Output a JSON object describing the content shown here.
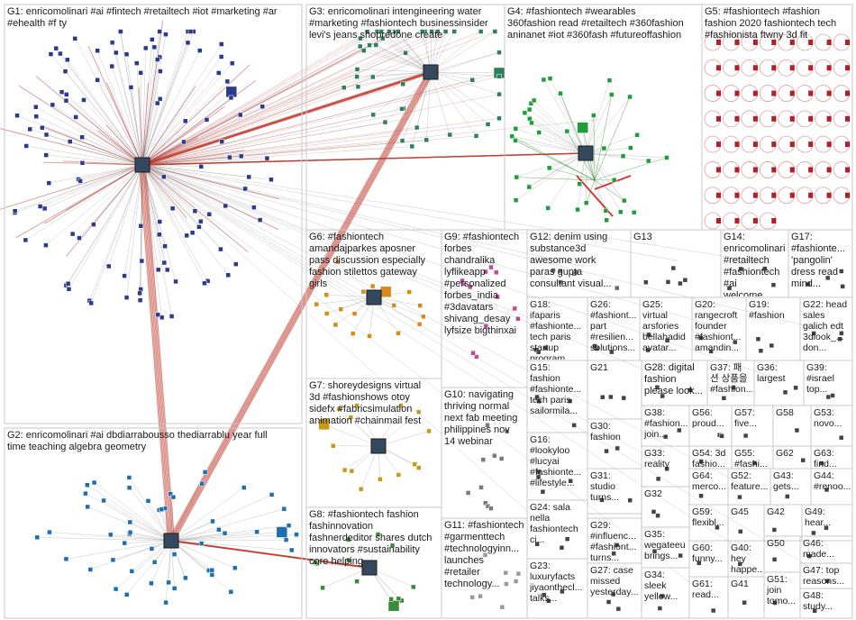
{
  "groups": [
    {
      "id": "G1",
      "label": "G1: enricomolinari #ai #fintech #retailtech #iot #marketing #ar\n#ehealth #f ty",
      "color": "#2b3a8c"
    },
    {
      "id": "G2",
      "label": "G2: enricomolinari #ai dbdiarrabousso thediarrablu year full\ntime teaching algebra geometry",
      "color": "#1f6fb0"
    },
    {
      "id": "G3",
      "label": "G3: enricomolinari intengineering water\n#marketing #fashiontech businessinsider\nlevi's jeans shopredone create",
      "color": "#2f7f5f"
    },
    {
      "id": "G4",
      "label": "G4: #fashiontech #wearables\n360fashion read #retailtech #360fashion\naninanet #iot #360fash #futureoffashion",
      "color": "#1e9e3a"
    },
    {
      "id": "G5",
      "label": "G5: #fashiontech #fashion\nfashion 2020 fashiontech tech\n#fashionista ftwny 3d fit",
      "color": "#b0202a"
    },
    {
      "id": "G6",
      "label": "G6: #fashiontech\namandajparkes aposner\npass discussion especially\nfashion stilettos gateway\ngirls",
      "color": "#d98a1a"
    },
    {
      "id": "G7",
      "label": "G7: shoreydesigns virtual\n3d #fashionshows otoy\nsidefx #fabricsimulation\nanimation #chainmail fest",
      "color": "#c79a1a"
    },
    {
      "id": "G8",
      "label": "G8: #fashiontech fashion\nfashinnovation\nfashnerdeditor shares dutch\ninnovators #sustainability\ncore helping",
      "color": "#3a8c3a"
    },
    {
      "id": "G9",
      "label": "G9: #fashiontech\nforbes\nchandralika\nlyflikeapp\n#personalized\nforbes_india\n#3davatars\nshivang_desay\nlyfsize bigthinxai",
      "color": "#c04a9a"
    },
    {
      "id": "G10",
      "label": "G10: navigating\nthriving normal\nnext fab meeting\nphilippines nov\n14 webinar",
      "color": "#7a7a7a"
    },
    {
      "id": "G11",
      "label": "G11: #fashiontech\n#garmenttech\n#technologyinn...\nlaunches\n#retailer\ntechnology...",
      "color": "#9a9a9a"
    },
    {
      "id": "G12",
      "label": "G12: denim using\nsubstance3d\nawesome work\nparas gupta\nconsultant visual...",
      "color": "#6a6a6a"
    },
    {
      "id": "G13",
      "label": "G13",
      "color": "#444444"
    },
    {
      "id": "G14",
      "label": "G14:\nenricomolinari\n#retailtech\n#fashiontech\n#ai welcome...",
      "color": "#444444"
    },
    {
      "id": "G15",
      "label": "G15:\nfashion\n#fashionte...\ntech paris\nsailormila...",
      "color": "#444444"
    },
    {
      "id": "G16",
      "label": "G16:\n#lookyloo\n#lucyai\n#fashionte...\n#lifestyle...",
      "color": "#444444"
    },
    {
      "id": "G17",
      "label": "G17:\n#fashionte...\n'pangolin'\ndress read\nmind...",
      "color": "#444444"
    },
    {
      "id": "G18",
      "label": "G18:\nifaparis\n#fashionte...\ntech paris\nstartup\nprogram...",
      "color": "#444444"
    },
    {
      "id": "G19",
      "label": "G19:\n#fashion",
      "color": "#444444"
    },
    {
      "id": "G20",
      "label": "G20:\nrangecroft\nfounder\n#fashiont...\namandin...",
      "color": "#444444"
    },
    {
      "id": "G21",
      "label": "G21",
      "color": "#444444"
    },
    {
      "id": "G22",
      "label": "G22: head\nsales\ngalich edt\n3dlook_...\ndon...",
      "color": "#444444"
    },
    {
      "id": "G23",
      "label": "G23:\nluxuryfacts\njiyaonthecl...\ntalks...",
      "color": "#444444"
    },
    {
      "id": "G24",
      "label": "G24: sala\nnella\nfashiontech\nci...",
      "color": "#444444"
    },
    {
      "id": "G25",
      "label": "G25:\nvirtual\narsfories\nbellahadid\navatar...",
      "color": "#444444"
    },
    {
      "id": "G26",
      "label": "G26:\n#fashiont...\npart\n#resilien...\nsolutions...",
      "color": "#444444"
    },
    {
      "id": "G27",
      "label": "G27: case\nmissed\nyesterday...",
      "color": "#444444"
    },
    {
      "id": "G28",
      "label": "G28: digital\nfashion\nplease look...",
      "color": "#444444"
    },
    {
      "id": "G29",
      "label": "G29:\n#influenc...\n#fashiont...\nturns...",
      "color": "#444444"
    },
    {
      "id": "G30",
      "label": "G30:\nfashion",
      "color": "#444444"
    },
    {
      "id": "G31",
      "label": "G31:\nstudio\nturns...",
      "color": "#444444"
    },
    {
      "id": "G32",
      "label": "G32",
      "color": "#444444"
    },
    {
      "id": "G33",
      "label": "G33:\nreality",
      "color": "#444444"
    },
    {
      "id": "G34",
      "label": "G34:\nsleek\nyellow...",
      "color": "#444444"
    },
    {
      "id": "G35",
      "label": "G35:\nwegateeu\nbrings...",
      "color": "#444444"
    },
    {
      "id": "G36",
      "label": "G36:\nlargest",
      "color": "#444444"
    },
    {
      "id": "G37",
      "label": "G37: 패\n션 상품을\n#fashion...",
      "color": "#444444"
    },
    {
      "id": "G38",
      "label": "G38:\n#fashion...\njoin...",
      "color": "#444444"
    },
    {
      "id": "G39",
      "label": "G39:\n#israel\ntop...",
      "color": "#444444"
    },
    {
      "id": "G40",
      "label": "G40:\nhey\nhappe...",
      "color": "#444444"
    },
    {
      "id": "G41",
      "label": "G41",
      "color": "#444444"
    },
    {
      "id": "G42",
      "label": "G42",
      "color": "#444444"
    },
    {
      "id": "G43",
      "label": "G43:\ngets...",
      "color": "#444444"
    },
    {
      "id": "G44",
      "label": "G44:\n#renoo...",
      "color": "#444444"
    },
    {
      "id": "G45",
      "label": "G45",
      "color": "#444444"
    },
    {
      "id": "G46",
      "label": "G46:\nmade...",
      "color": "#444444"
    },
    {
      "id": "G47",
      "label": "G47: top\nreasons...",
      "color": "#444444"
    },
    {
      "id": "G48",
      "label": "G48:\nstudy...",
      "color": "#444444"
    },
    {
      "id": "G49",
      "label": "G49:\nhear...",
      "color": "#444444"
    },
    {
      "id": "G50",
      "label": "G50",
      "color": "#444444"
    },
    {
      "id": "G51",
      "label": "G51:\njoin\ntomo...",
      "color": "#444444"
    },
    {
      "id": "G52",
      "label": "G52:\nfeature...",
      "color": "#444444"
    },
    {
      "id": "G53",
      "label": "G53:\nnovo...",
      "color": "#444444"
    },
    {
      "id": "G54",
      "label": "G54: 3d\nfashio...",
      "color": "#444444"
    },
    {
      "id": "G55",
      "label": "G55:\n#fashi...",
      "color": "#444444"
    },
    {
      "id": "G56",
      "label": "G56:\nproud...",
      "color": "#444444"
    },
    {
      "id": "G57",
      "label": "G57:\nfive...",
      "color": "#444444"
    },
    {
      "id": "G58",
      "label": "G58",
      "color": "#444444"
    },
    {
      "id": "G59",
      "label": "G59:\nflexibl...",
      "color": "#444444"
    },
    {
      "id": "G60",
      "label": "G60:\nfunny...",
      "color": "#444444"
    },
    {
      "id": "G61",
      "label": "G61:\nread...",
      "color": "#444444"
    },
    {
      "id": "G62",
      "label": "G62",
      "color": "#444444"
    },
    {
      "id": "G63",
      "label": "G63:\nfind...",
      "color": "#444444"
    },
    {
      "id": "G64",
      "label": "G64:\nmerco...",
      "color": "#444444"
    }
  ],
  "colors": {
    "box_border": "#c8c8c8",
    "edge": "#8a8a8a",
    "hub_edge": "#c0392b",
    "background": "#ffffff"
  }
}
